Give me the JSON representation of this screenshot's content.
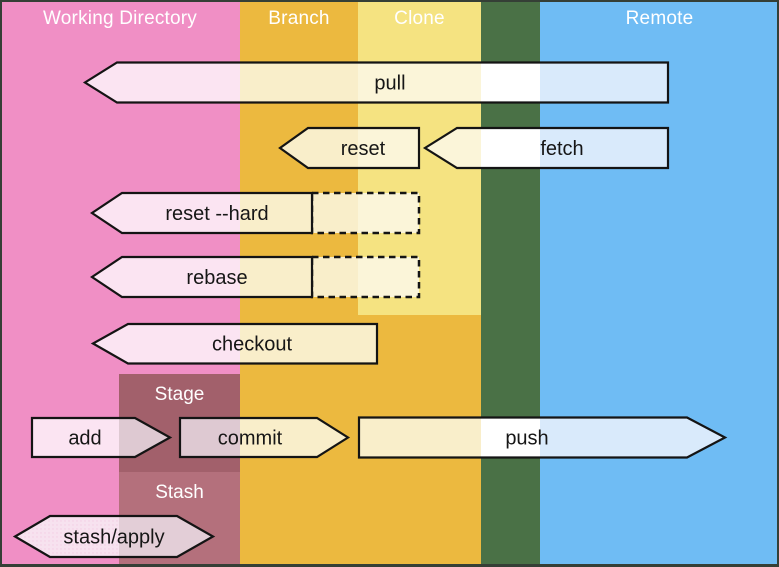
{
  "columns": {
    "working_directory": {
      "label": "Working Directory",
      "color": "#f08fc5"
    },
    "branch": {
      "label": "Branch",
      "color": "#ecb93f"
    },
    "clone": {
      "label": "Clone",
      "color": "#f5e381"
    },
    "remote": {
      "label": "Remote",
      "color": "#6fbcf4"
    },
    "separator_color": "#4a7146"
  },
  "zones": {
    "stage": {
      "label": "Stage",
      "color": "#a2606b"
    },
    "stash": {
      "label": "Stash",
      "color": "#b4707c"
    }
  },
  "arrows": {
    "pull": {
      "label": "pull",
      "direction": "left",
      "from": "remote",
      "to": "working_directory"
    },
    "reset": {
      "label": "reset",
      "direction": "left",
      "from": "clone",
      "to": "branch"
    },
    "fetch": {
      "label": "fetch",
      "direction": "left",
      "from": "remote",
      "to": "clone"
    },
    "reset_hard": {
      "label": "reset --hard",
      "direction": "left",
      "from": "clone",
      "to": "working_directory",
      "dashed_tail": true
    },
    "rebase": {
      "label": "rebase",
      "direction": "left",
      "from": "clone",
      "to": "working_directory",
      "dashed_tail": true
    },
    "checkout": {
      "label": "checkout",
      "direction": "left",
      "from": "branch",
      "to": "working_directory"
    },
    "add": {
      "label": "add",
      "direction": "right",
      "from": "working_directory",
      "to": "stage"
    },
    "commit": {
      "label": "commit",
      "direction": "right",
      "from": "stage",
      "to": "branch"
    },
    "push": {
      "label": "push",
      "direction": "right",
      "from": "branch",
      "to": "remote"
    },
    "stash_apply": {
      "label": "stash/apply",
      "direction": "both",
      "from": "working_directory",
      "to": "stash"
    }
  },
  "arrow_fill_colors": {
    "over_working_directory": "#fbe4f2",
    "over_branch": "#f9eeca",
    "over_clone": "#fbf5d9",
    "over_separator": "#ffffff",
    "over_remote": "#d9eafb",
    "over_stage": "#dec9d2",
    "over_stash": "#e3ced7"
  }
}
